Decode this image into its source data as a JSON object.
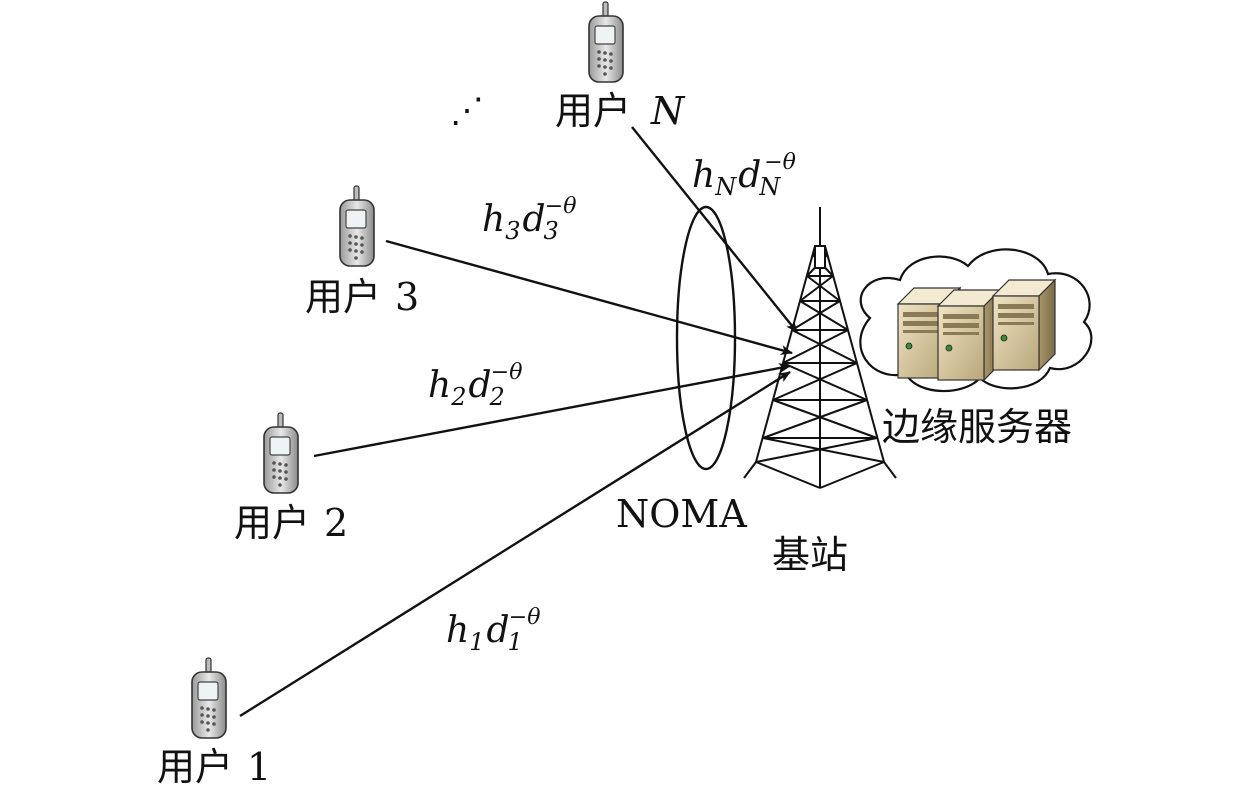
{
  "users": [
    {
      "label": "用户",
      "index": "1"
    },
    {
      "label": "用户",
      "index": "2"
    },
    {
      "label": "用户",
      "index": "3"
    },
    {
      "label": "用户",
      "index": "N"
    }
  ],
  "ellipsis": "⋰",
  "links": [
    {
      "h": "h",
      "sub": "1",
      "d": "d",
      "dsub": "1",
      "exp": "−θ"
    },
    {
      "h": "h",
      "sub": "2",
      "d": "d",
      "dsub": "2",
      "exp": "−θ"
    },
    {
      "h": "h",
      "sub": "3",
      "d": "d",
      "dsub": "3",
      "exp": "−θ"
    },
    {
      "h": "h",
      "sub": "N",
      "d": "d",
      "dsub": "N",
      "exp": "−θ"
    }
  ],
  "noma_label": "NOMA",
  "base_station_label": "基站",
  "edge_server_label": "边缘服务器",
  "colors": {
    "line": "#111111",
    "server_body": "#d8c8a0",
    "server_dark": "#8a7a55",
    "phone_body": "#cfcfcf"
  }
}
